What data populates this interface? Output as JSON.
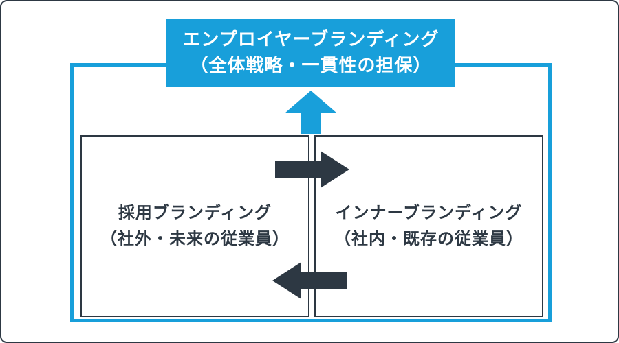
{
  "colors": {
    "blue": "#189fda",
    "dark": "#2d3843"
  },
  "diagram": {
    "title_box": {
      "line1": "エンプロイヤーブランディング",
      "line2": "（全体戦略・一貫性の担保）"
    },
    "left_box": {
      "line1": "採用ブランディング",
      "line2": "（社外・未来の従業員）"
    },
    "right_box": {
      "line1": "インナーブランディング",
      "line2": "（社内・既存の従業員）"
    },
    "icons": {
      "up_arrow": "up-arrow-icon",
      "right_arrow": "right-arrow-icon",
      "left_arrow": "left-arrow-icon"
    }
  }
}
